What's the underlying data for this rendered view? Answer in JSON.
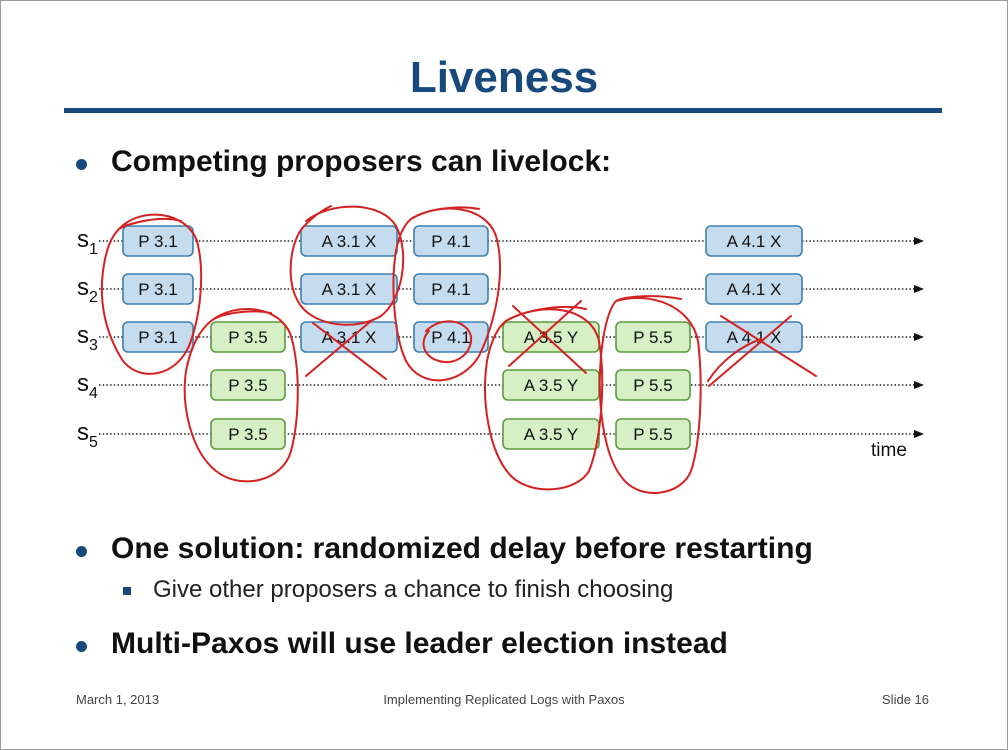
{
  "title": "Liveness",
  "bullets": {
    "b1": "Competing proposers can livelock:",
    "b2": "One solution: randomized delay before restarting",
    "b2_sub": "Give other proposers a chance to finish choosing",
    "b3": "Multi-Paxos will use leader election instead"
  },
  "diagram": {
    "servers": [
      {
        "base": "s",
        "sub": "1"
      },
      {
        "base": "s",
        "sub": "2"
      },
      {
        "base": "s",
        "sub": "3"
      },
      {
        "base": "s",
        "sub": "4"
      },
      {
        "base": "s",
        "sub": "5"
      }
    ],
    "time_label": "time",
    "colors": {
      "blue_fill": "#c5dcee",
      "blue_stroke": "#3f7fb0",
      "green_fill": "#d6efc4",
      "green_stroke": "#5a9c3e",
      "annotation_red": "#d42222"
    },
    "messages": [
      {
        "label": "P 3.1",
        "color": "blue",
        "server": 1
      },
      {
        "label": "P 3.1",
        "color": "blue",
        "server": 2
      },
      {
        "label": "P 3.1",
        "color": "blue",
        "server": 3
      },
      {
        "label": "P 3.5",
        "color": "green",
        "server": 3
      },
      {
        "label": "P 3.5",
        "color": "green",
        "server": 4
      },
      {
        "label": "P 3.5",
        "color": "green",
        "server": 5
      },
      {
        "label": "A 3.1 X",
        "color": "blue",
        "server": 1
      },
      {
        "label": "A 3.1 X",
        "color": "blue",
        "server": 2
      },
      {
        "label": "A 3.1 X",
        "color": "blue",
        "server": 3
      },
      {
        "label": "P 4.1",
        "color": "blue",
        "server": 1
      },
      {
        "label": "P 4.1",
        "color": "blue",
        "server": 2
      },
      {
        "label": "P 4.1",
        "color": "blue",
        "server": 3
      },
      {
        "label": "A 3.5 Y",
        "color": "green",
        "server": 3
      },
      {
        "label": "A 3.5 Y",
        "color": "green",
        "server": 4
      },
      {
        "label": "A 3.5 Y",
        "color": "green",
        "server": 5
      },
      {
        "label": "P 5.5",
        "color": "green",
        "server": 3
      },
      {
        "label": "P 5.5",
        "color": "green",
        "server": 4
      },
      {
        "label": "P 5.5",
        "color": "green",
        "server": 5
      },
      {
        "label": "A 4.1 X",
        "color": "blue",
        "server": 1
      },
      {
        "label": "A 4.1 X",
        "color": "blue",
        "server": 2
      },
      {
        "label": "A 4.1 X",
        "color": "blue",
        "server": 3
      }
    ]
  },
  "footer": {
    "date": "March 1, 2013",
    "center": "Implementing Replicated Logs with Paxos",
    "slide": "Slide 16"
  }
}
